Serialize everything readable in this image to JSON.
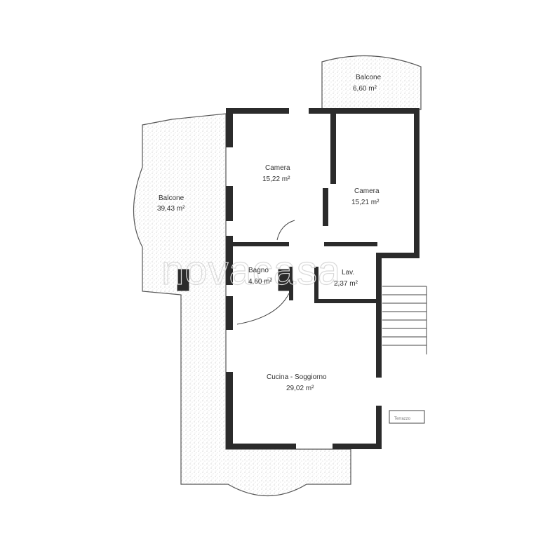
{
  "rooms": {
    "balcone_top": {
      "name": "Balcone",
      "area": "6,60 m²"
    },
    "camera_1": {
      "name": "Camera",
      "area": "15,22 m²"
    },
    "camera_2": {
      "name": "Camera",
      "area": "15,21 m²"
    },
    "balcone_left": {
      "name": "Balcone",
      "area": "39,43 m²"
    },
    "bagno": {
      "name": "Bagno",
      "area": "4,60 m²"
    },
    "lav": {
      "name": "Lav.",
      "area": "2,37 m²"
    },
    "cucina": {
      "name": "Cucina - Soggiorno",
      "area": "29,02 m²"
    }
  },
  "watermark": "novacasa",
  "colors": {
    "wall": "#2b2b2b",
    "stipple": "#bdbdbd",
    "watermark": "#d9d9d9"
  }
}
